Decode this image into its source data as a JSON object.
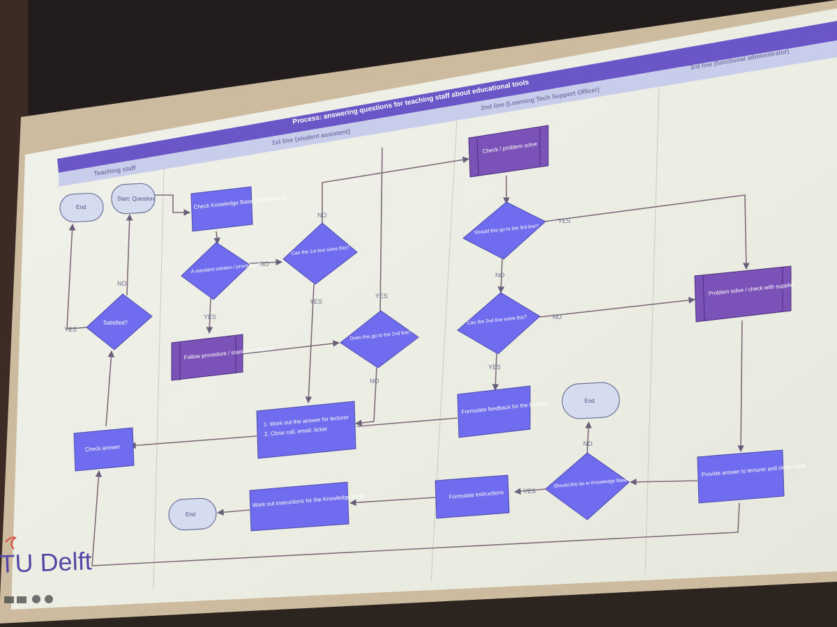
{
  "slide": {
    "process_title": "Process: answering questions for teaching staff about educational tools",
    "lanes": [
      "Teaching staff",
      "1st line (student assistent)",
      "2nd line (Learning Tech Support Officer)",
      "3rd line (functional administrator)"
    ]
  },
  "nodes": {
    "end_top": "End",
    "start": "Start: Question",
    "check_kb": "Check Knowledge Base (Confluence)",
    "standard_solution_q": "A standard solution / procedure?",
    "first_line_solve_q": "Can the 1st line solve this?",
    "check_problem_solve": "Check / problem solve",
    "third_line_q": "Should this go to the 3rd line?",
    "problem_solve_supplier": "Problem solve / check with supplier",
    "satisfied_q": "Satisfied?",
    "follow_procedure": "Follow procedure / standard solution",
    "second_line_q": "Does this go to the 2nd line?",
    "second_line_solve_q": "Can the 2nd line solve this?",
    "work_out_answer_1": "1. Work out the answer for lecturer",
    "work_out_answer_2": "2. Close call, email, ticket",
    "formulate_feedback": "Formulate feedback for the lecturer",
    "end_right": "End",
    "check_answer": "Check answer",
    "knowledge_base_q": "Should this be in Knowledge Base?",
    "provide_answer": "Provide answer to lecturer and close ticket",
    "formulate_instructions": "Formulate instructions",
    "work_out_instructions": "Work out instructions for the Knowledge Base",
    "end_bottom": "End"
  },
  "edge_labels": {
    "yes": "YES",
    "no": "NO"
  },
  "logo": {
    "text": "TU Delft"
  },
  "colors": {
    "header_band": "#6a56c6",
    "lane_band": "#cfd3ee",
    "process_box": "#6f6cf0",
    "subprocess_box": "#7a52b8",
    "decision": "#6f6cf0",
    "terminator": "#d6dcef",
    "screen_bg": "#eef0e6"
  }
}
